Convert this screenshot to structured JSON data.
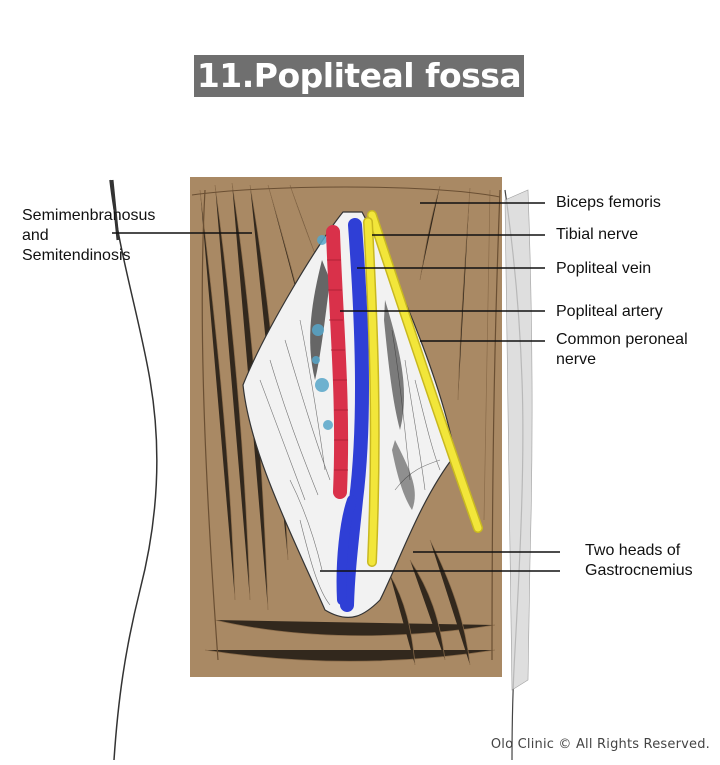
{
  "title": "11.Popliteal fossa",
  "labels": {
    "semimembranosus": [
      "Semimenbranosus",
      "and",
      "Semitendinosis"
    ],
    "biceps_femoris": "Biceps femoris",
    "tibial_nerve": "Tibial nerve",
    "popliteal_vein": "Popliteal vein",
    "popliteal_artery": "Popliteal artery",
    "common_peroneal": [
      "Common peroneal",
      "nerve"
    ],
    "gastrocnemius": [
      "Two heads of",
      "Gastrocnemius"
    ]
  },
  "footer": "Olo Clinic © All Rights Reserved.",
  "colors": {
    "muscle": "#a98964",
    "artery": "#d9314a",
    "vein": "#2f3fd6",
    "nerve": "#f2e63a"
  }
}
